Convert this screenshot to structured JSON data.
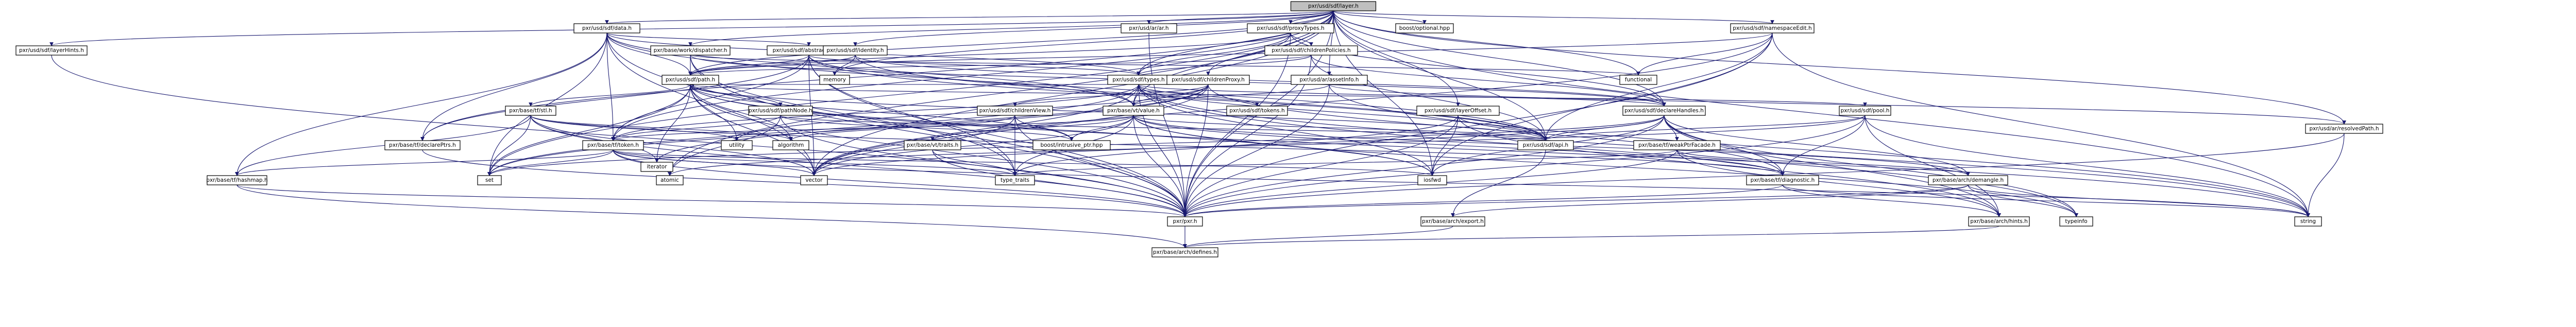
{
  "colors": {
    "edge": "#191970",
    "edge_red": "#8b0000",
    "node_fill": "#ffffff",
    "root_fill": "#bfbfbf",
    "text": "#000000",
    "text_red": "#ff0000"
  },
  "graph": {
    "root": "pxr/usd/sdf/layer.h",
    "nodes": [
      {
        "id": "root",
        "label": "pxr/usd/sdf/layer.h",
        "type": "root"
      },
      {
        "id": "data",
        "label": "pxr/usd/sdf/data.h",
        "type": "red"
      },
      {
        "id": "types",
        "label": "pxr/usd/sdf/types.h",
        "type": "red"
      },
      {
        "id": "abstractData",
        "label": "pxr/usd/sdf/abstractData.h",
        "type": "red"
      },
      {
        "id": "workDispatcher",
        "label": "pxr/base/work/dispatcher.h",
        "type": "red"
      },
      {
        "id": "proxyTypes",
        "label": "pxr/usd/sdf/proxyTypes.h",
        "type": "red"
      },
      {
        "id": "childrenPolicies",
        "label": "pxr/usd/sdf/childrenPolicies.h",
        "type": "red"
      },
      {
        "id": "childrenProxy",
        "label": "pxr/usd/sdf/childrenProxy.h",
        "type": "red"
      },
      {
        "id": "pathSdf",
        "label": "pxr/usd/sdf/path.h",
        "type": "red"
      },
      {
        "id": "tfToken",
        "label": "pxr/base/tf/token.h",
        "type": "red"
      },
      {
        "id": "vtValue",
        "label": "pxr/base/vt/value.h",
        "type": "red"
      },
      {
        "id": "hashmap",
        "label": "pxr/base/tf/hashmap.h",
        "type": "red"
      },
      {
        "id": "declarePtrs",
        "label": "pxr/base/tf/declarePtrs.h",
        "type": "red"
      },
      {
        "id": "tfTraits",
        "label": "pxr/base/vt/traits.h",
        "type": "red"
      },
      {
        "id": "pathNode",
        "label": "pxr/usd/sdf/pathNode.h",
        "type": "red"
      },
      {
        "id": "tfStl",
        "label": "pxr/base/tf/stl.h",
        "type": "red"
      },
      {
        "id": "sdfTokens",
        "label": "pxr/usd/sdf/tokens.h",
        "type": "red"
      },
      {
        "id": "childrenView",
        "label": "pxr/usd/sdf/childrenView.h",
        "type": "red"
      },
      {
        "id": "assetInfo",
        "label": "pxr/usd/ar/assetInfo.h",
        "type": "red"
      },
      {
        "id": "pool",
        "label": "pxr/usd/sdf/pool.h",
        "type": "red"
      },
      {
        "id": "declareHandles",
        "label": "pxr/usd/sdf/declareHandles.h",
        "type": "red"
      },
      {
        "id": "weakPtrFacade",
        "label": "pxr/base/tf/weakPtrFacade.h",
        "type": "red"
      },
      {
        "id": "diagnostic",
        "label": "pxr/base/tf/diagnostic.h",
        "type": "red"
      },
      {
        "id": "demangle",
        "label": "pxr/base/arch/demangle.h",
        "type": "red"
      },
      {
        "id": "namespaceEdit",
        "label": "pxr/usd/sdf/namespaceEdit.h",
        "type": "normal"
      },
      {
        "id": "identity",
        "label": "pxr/usd/sdf/identity.h",
        "type": "normal"
      },
      {
        "id": "layerOffset",
        "label": "pxr/usd/sdf/layerOffset.h",
        "type": "normal"
      },
      {
        "id": "sdfApi",
        "label": "pxr/usd/sdf/api.h",
        "type": "normal"
      },
      {
        "id": "layerHints",
        "label": "pxr/usd/sdf/layerHints.h",
        "type": "normal"
      },
      {
        "id": "arAr",
        "label": "pxr/usd/ar/ar.h",
        "type": "normal"
      },
      {
        "id": "resolvedPath",
        "label": "pxr/usd/ar/resolvedPath.h",
        "type": "normal"
      },
      {
        "id": "pxr",
        "label": "pxr/pxr.h",
        "type": "normal"
      },
      {
        "id": "archHints",
        "label": "pxr/base/arch/hints.h",
        "type": "normal"
      },
      {
        "id": "archExport",
        "label": "pxr/base/arch/export.h",
        "type": "normal"
      },
      {
        "id": "archDefines",
        "label": "pxr/base/arch/defines.h",
        "type": "normal"
      },
      {
        "id": "boostOptional",
        "label": "boost/optional.hpp",
        "type": "normal"
      },
      {
        "id": "boostIntrusive",
        "label": "boost/intrusive_ptr.hpp",
        "type": "normal"
      },
      {
        "id": "memory",
        "label": "memory",
        "type": "normal"
      },
      {
        "id": "functional",
        "label": "functional",
        "type": "normal"
      },
      {
        "id": "string",
        "label": "string",
        "type": "normal"
      },
      {
        "id": "vector",
        "label": "vector",
        "type": "normal"
      },
      {
        "id": "set",
        "label": "set",
        "type": "normal"
      },
      {
        "id": "atomic",
        "label": "atomic",
        "type": "normal"
      },
      {
        "id": "typeTraits",
        "label": "type_traits",
        "type": "normal"
      },
      {
        "id": "utility",
        "label": "utility",
        "type": "normal"
      },
      {
        "id": "algorithm",
        "label": "algorithm",
        "type": "normal"
      },
      {
        "id": "iterator",
        "label": "iterator",
        "type": "normal"
      },
      {
        "id": "iosfwd",
        "label": "iosfwd",
        "type": "normal"
      },
      {
        "id": "typeinfo",
        "label": "typeinfo",
        "type": "normal"
      }
    ],
    "edges": [
      [
        "root",
        "data"
      ],
      [
        "root",
        "types"
      ],
      [
        "root",
        "identity"
      ],
      [
        "root",
        "arAr"
      ],
      [
        "root",
        "boostOptional"
      ],
      [
        "root",
        "proxyTypes"
      ],
      [
        "root",
        "namespaceEdit"
      ],
      [
        "root",
        "layerOffset"
      ],
      [
        "root",
        "workDispatcher"
      ],
      [
        "root",
        "resolvedPath"
      ],
      [
        "root",
        "layerHints"
      ],
      [
        "root",
        "pathSdf"
      ],
      [
        "root",
        "assetInfo"
      ],
      [
        "root",
        "declareHandles"
      ],
      [
        "root",
        "vtValue"
      ],
      [
        "root",
        "sdfApi"
      ],
      [
        "root",
        "memory"
      ],
      [
        "root",
        "functional"
      ],
      [
        "root",
        "string"
      ],
      [
        "root",
        "vector"
      ],
      [
        "root",
        "set"
      ],
      [
        "root",
        "atomic"
      ],
      [
        "root",
        "pxr"
      ],
      [
        "root",
        "declarePtrs"
      ],
      [
        "root",
        "tfToken"
      ],
      [
        "root",
        "iosfwd"
      ],
      [
        "data",
        "sdfApi"
      ],
      [
        "data",
        "abstractData"
      ],
      [
        "data",
        "pathSdf"
      ],
      [
        "data",
        "types"
      ],
      [
        "data",
        "hashmap"
      ],
      [
        "data",
        "tfToken"
      ],
      [
        "data",
        "declarePtrs"
      ],
      [
        "data",
        "vtValue"
      ],
      [
        "data",
        "pxr"
      ],
      [
        "data",
        "vector"
      ],
      [
        "data",
        "set"
      ],
      [
        "abstractData",
        "pathSdf"
      ],
      [
        "abstractData",
        "types"
      ],
      [
        "abstractData",
        "tfToken"
      ],
      [
        "abstractData",
        "declarePtrs"
      ],
      [
        "abstractData",
        "vtValue"
      ],
      [
        "abstractData",
        "pxr"
      ],
      [
        "abstractData",
        "vector"
      ],
      [
        "abstractData",
        "typeTraits"
      ],
      [
        "abstractData",
        "sdfApi"
      ],
      [
        "types",
        "pathSdf"
      ],
      [
        "types",
        "vtValue"
      ],
      [
        "types",
        "tfToken"
      ],
      [
        "types",
        "sdfApi"
      ],
      [
        "types",
        "declareHandles"
      ],
      [
        "types",
        "sdfTokens"
      ],
      [
        "types",
        "pxr"
      ],
      [
        "types",
        "vector"
      ],
      [
        "types",
        "iosfwd"
      ],
      [
        "types",
        "set"
      ],
      [
        "types",
        "string"
      ],
      [
        "types",
        "typeinfo"
      ],
      [
        "workDispatcher",
        "pxr"
      ],
      [
        "workDispatcher",
        "typeTraits"
      ],
      [
        "workDispatcher",
        "functional"
      ],
      [
        "workDispatcher",
        "pathSdf"
      ],
      [
        "workDispatcher",
        "declareHandles"
      ],
      [
        "identity",
        "pathSdf"
      ],
      [
        "identity",
        "memory"
      ],
      [
        "identity",
        "declareHandles"
      ],
      [
        "identity",
        "sdfApi"
      ],
      [
        "proxyTypes",
        "childrenPolicies"
      ],
      [
        "proxyTypes",
        "childrenProxy"
      ],
      [
        "proxyTypes",
        "declareHandles"
      ],
      [
        "proxyTypes",
        "types"
      ],
      [
        "proxyTypes",
        "pxr"
      ],
      [
        "proxyTypes",
        "pathSdf"
      ],
      [
        "childrenPolicies",
        "pathSdf"
      ],
      [
        "childrenPolicies",
        "types"
      ],
      [
        "childrenPolicies",
        "sdfApi"
      ],
      [
        "childrenPolicies",
        "pxr"
      ],
      [
        "childrenPolicies",
        "declareHandles"
      ],
      [
        "childrenProxy",
        "childrenView"
      ],
      [
        "childrenProxy",
        "vtValue"
      ],
      [
        "childrenProxy",
        "pxr"
      ],
      [
        "childrenProxy",
        "diagnostic"
      ],
      [
        "childrenProxy",
        "iterator"
      ],
      [
        "childrenProxy",
        "utility"
      ],
      [
        "childrenProxy",
        "set"
      ],
      [
        "childrenProxy",
        "vector"
      ],
      [
        "childrenView",
        "pxr"
      ],
      [
        "childrenView",
        "typeTraits"
      ],
      [
        "childrenView",
        "vector"
      ],
      [
        "childrenView",
        "boostIntrusive"
      ],
      [
        "childrenView",
        "algorithm"
      ],
      [
        "pathSdf",
        "pathNode"
      ],
      [
        "pathSdf",
        "pool"
      ],
      [
        "pathSdf",
        "sdfApi"
      ],
      [
        "pathSdf",
        "tfStl"
      ],
      [
        "pathSdf",
        "tfToken"
      ],
      [
        "pathSdf",
        "vtTraits"
      ],
      [
        "pathSdf",
        "pxr"
      ],
      [
        "pathSdf",
        "boostIntrusive"
      ],
      [
        "pathSdf",
        "algorithm"
      ],
      [
        "pathSdf",
        "iterator"
      ],
      [
        "pathSdf",
        "utility"
      ],
      [
        "pathSdf",
        "set"
      ],
      [
        "pathSdf",
        "vector"
      ],
      [
        "pathSdf",
        "string"
      ],
      [
        "pathSdf",
        "iosfwd"
      ],
      [
        "pathNode",
        "sdfApi"
      ],
      [
        "pathNode",
        "tfToken"
      ],
      [
        "pathNode",
        "pxr"
      ],
      [
        "pathNode",
        "boostIntrusive"
      ],
      [
        "pathNode",
        "atomic"
      ],
      [
        "tfStl",
        "pxr"
      ],
      [
        "tfStl",
        "hashmap"
      ],
      [
        "tfStl",
        "iterator"
      ],
      [
        "tfStl",
        "utility"
      ],
      [
        "tfStl",
        "algorithm"
      ],
      [
        "tfStl",
        "set"
      ],
      [
        "tfStl",
        "vector"
      ],
      [
        "tfStl",
        "diagnostic"
      ],
      [
        "tfToken",
        "pxr"
      ],
      [
        "tfToken",
        "hashmap"
      ],
      [
        "tfToken",
        "iosfwd"
      ],
      [
        "tfToken",
        "set"
      ],
      [
        "tfToken",
        "string"
      ],
      [
        "tfToken",
        "vector"
      ],
      [
        "tfToken",
        "typeTraits"
      ],
      [
        "tfToken",
        "atomic"
      ],
      [
        "vtValue",
        "pxr"
      ],
      [
        "vtValue",
        "tfToken"
      ],
      [
        "vtValue",
        "tfTraits"
      ],
      [
        "vtValue",
        "demangle"
      ],
      [
        "vtValue",
        "diagnostic"
      ],
      [
        "vtValue",
        "boostIntrusive"
      ],
      [
        "vtValue",
        "iosfwd"
      ],
      [
        "vtValue",
        "typeinfo"
      ],
      [
        "vtValue",
        "typeTraits"
      ],
      [
        "vtValue",
        "vector"
      ],
      [
        "vtValue",
        "sdfApi"
      ],
      [
        "hashmap",
        "pxr"
      ],
      [
        "declarePtrs",
        "pxr"
      ],
      [
        "tfTraits",
        "pxr"
      ],
      [
        "tfTraits",
        "typeTraits"
      ],
      [
        "assetInfo",
        "pxr"
      ],
      [
        "assetInfo",
        "vtValue"
      ],
      [
        "assetInfo",
        "resolvedPath"
      ],
      [
        "assetInfo",
        "string"
      ],
      [
        "pool",
        "pxr"
      ],
      [
        "pool",
        "archHints"
      ],
      [
        "pool",
        "diagnostic"
      ],
      [
        "pool",
        "string"
      ],
      [
        "pool",
        "atomic"
      ],
      [
        "pool",
        "sdfApi"
      ],
      [
        "declareHandles",
        "pxr"
      ],
      [
        "declareHandles",
        "sdfApi"
      ],
      [
        "declareHandles",
        "weakPtrFacade"
      ],
      [
        "declareHandles",
        "diagnostic"
      ],
      [
        "declareHandles",
        "demangle"
      ],
      [
        "declareHandles",
        "typeinfo"
      ],
      [
        "declareHandles",
        "set"
      ],
      [
        "declareHandles",
        "vector"
      ],
      [
        "declareHandles",
        "iosfwd"
      ],
      [
        "declareHandles",
        "archHints"
      ],
      [
        "weakPtrFacade",
        "pxr"
      ],
      [
        "weakPtrFacade",
        "diagnostic"
      ],
      [
        "weakPtrFacade",
        "demangle"
      ],
      [
        "weakPtrFacade",
        "archHints"
      ],
      [
        "weakPtrFacade",
        "typeTraits"
      ],
      [
        "diagnostic",
        "pxr"
      ],
      [
        "diagnostic",
        "archHints"
      ],
      [
        "diagnostic",
        "string"
      ],
      [
        "demangle",
        "pxr"
      ],
      [
        "demangle",
        "archExport"
      ],
      [
        "demangle",
        "string"
      ],
      [
        "demangle",
        "typeinfo"
      ],
      [
        "namespaceEdit",
        "sdfApi"
      ],
      [
        "namespaceEdit",
        "pathSdf"
      ],
      [
        "namespaceEdit",
        "pxr"
      ],
      [
        "namespaceEdit",
        "functional"
      ],
      [
        "namespaceEdit",
        "string"
      ],
      [
        "namespaceEdit",
        "vector"
      ],
      [
        "namespaceEdit",
        "iosfwd"
      ],
      [
        "layerOffset",
        "pxr"
      ],
      [
        "layerOffset",
        "sdfApi"
      ],
      [
        "layerOffset",
        "iosfwd"
      ],
      [
        "layerOffset",
        "typeTraits"
      ],
      [
        "layerOffset",
        "archHints"
      ],
      [
        "sdfApi",
        "archExport"
      ],
      [
        "layerHints",
        "pxr"
      ],
      [
        "arAr",
        "pxr"
      ],
      [
        "resolvedPath",
        "string"
      ],
      [
        "resolvedPath",
        "pxr"
      ],
      [
        "archExport",
        "archDefines"
      ],
      [
        "pxr",
        "archDefines"
      ],
      [
        "archHints",
        "archDefines"
      ],
      [
        "hashmap",
        "archDefines"
      ]
    ]
  }
}
